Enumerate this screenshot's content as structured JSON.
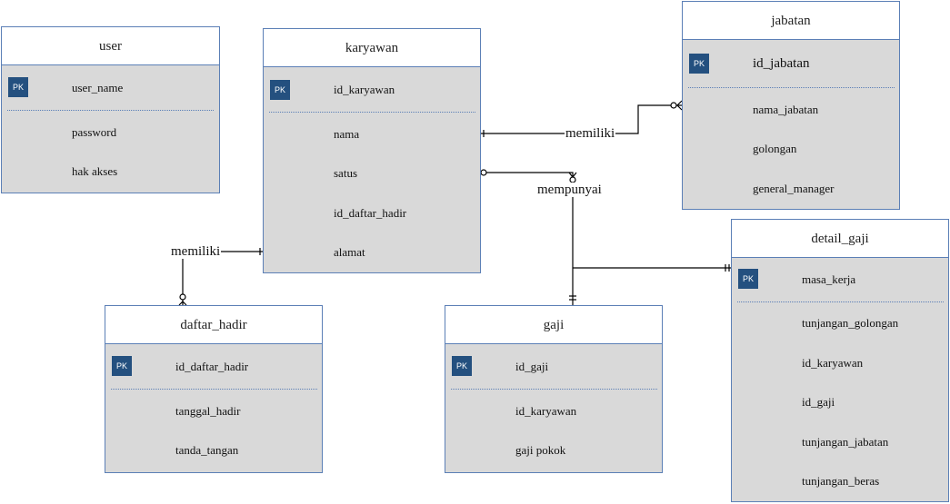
{
  "entities": {
    "user": {
      "title": "user",
      "pk_badge": "PK",
      "pk": "user_name",
      "attrs": [
        "password",
        "hak akses"
      ]
    },
    "karyawan": {
      "title": "karyawan",
      "pk_badge": "PK",
      "pk": "id_karyawan",
      "attrs": [
        "nama",
        "satus",
        "id_daftar_hadir",
        "alamat"
      ]
    },
    "jabatan": {
      "title": "jabatan",
      "pk_badge": "PK",
      "pk": "id_jabatan",
      "attrs": [
        "nama_jabatan",
        "golongan",
        "general_manager"
      ]
    },
    "detail_gaji": {
      "title": "detail_gaji",
      "pk_badge": "PK",
      "pk": "masa_kerja",
      "attrs": [
        "tunjangan_golongan",
        "id_karyawan",
        "id_gaji",
        "tunjangan_jabatan",
        "tunjangan_beras"
      ]
    },
    "daftar_hadir": {
      "title": "daftar_hadir",
      "pk_badge": "PK",
      "pk": "id_daftar_hadir",
      "attrs": [
        "tanggal_hadir",
        "tanda_tangan"
      ]
    },
    "gaji": {
      "title": "gaji",
      "pk_badge": "PK",
      "pk": "id_gaji",
      "attrs": [
        "id_karyawan",
        "gaji pokok"
      ]
    }
  },
  "relationships": {
    "memiliki_jabatan": "memiliki",
    "mempunyai": "mempunyai",
    "memiliki_hadir": "memiliki"
  },
  "colors": {
    "border": "#5b7fb6",
    "body": "#d9d9d9",
    "pk_badge": "#24507f",
    "line": "#000000"
  }
}
